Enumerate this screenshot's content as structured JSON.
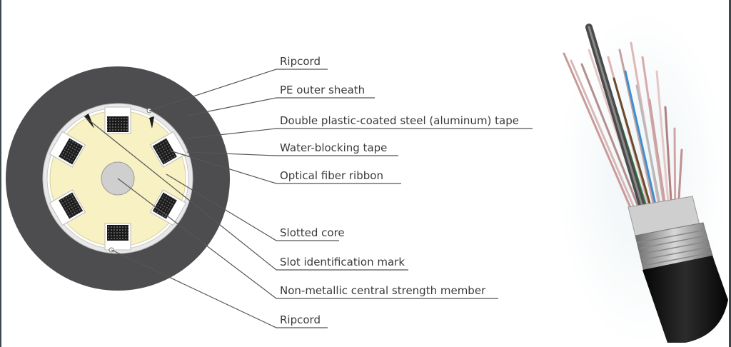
{
  "labels": [
    {
      "id": "ripcord-top",
      "text": "Ripcord"
    },
    {
      "id": "pe-outer-sheath",
      "text": "PE outer sheath"
    },
    {
      "id": "steel-tape",
      "text": "Double plastic-coated steel (aluminum) tape"
    },
    {
      "id": "water-blocking-tape",
      "text": "Water-blocking tape"
    },
    {
      "id": "optical-fiber-ribbon",
      "text": "Optical fiber ribbon"
    },
    {
      "id": "slotted-core",
      "text": "Slotted core"
    },
    {
      "id": "slot-identification-mark",
      "text": "Slot identification mark"
    },
    {
      "id": "central-strength-member",
      "text": "Non-metallic central strength member"
    },
    {
      "id": "ripcord-bottom",
      "text": "Ripcord"
    }
  ],
  "colors": {
    "outer_sheath": "#4d4d4f",
    "tape_ring": "#e9e9e9",
    "core": "#f7f1c4",
    "central_member": "#cfcfcf",
    "ribbon": "#1a1a1a",
    "leader_line": "#555555",
    "frame": "#3c4a4e"
  }
}
